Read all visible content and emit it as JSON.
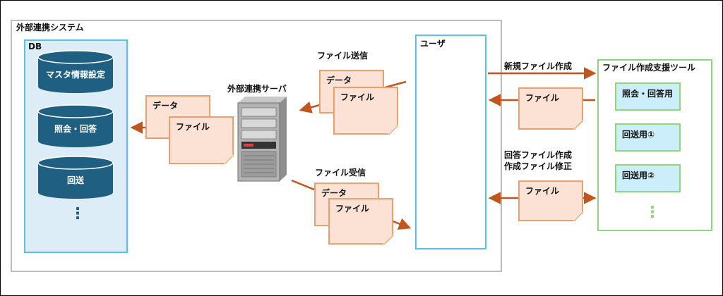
{
  "system": {
    "title": "外部連携システム"
  },
  "db": {
    "title": "DB",
    "tables": [
      "マスタ情報設定",
      "照会・回答",
      "回送"
    ],
    "more": "⋮"
  },
  "server": {
    "label": "外部連携サーバ"
  },
  "documents": {
    "data_label": "データ",
    "file_label": "ファイル"
  },
  "flows": {
    "send": "ファイル送信",
    "receive": "ファイル受信",
    "new_file": "新規ファイル作成",
    "answer_line1": "回答ファイル作成",
    "answer_line2": "作成ファイル修正"
  },
  "user": {
    "title": "ユーザ"
  },
  "tool": {
    "title": "ファイル作成支援ツール",
    "items": [
      "照会・回答用",
      "回送用①",
      "回送用②"
    ],
    "more": "⋮"
  },
  "colors": {
    "arrow": "#c0561e",
    "db_border": "#5bc0e8",
    "db_fill": "#dcedf7",
    "cylinder": "#1f5f82",
    "doc_fill": "#fbe2d5",
    "doc_border": "#e8a070",
    "tool_border": "#8fd67a",
    "tool_item_fill": "#cbeefa"
  }
}
